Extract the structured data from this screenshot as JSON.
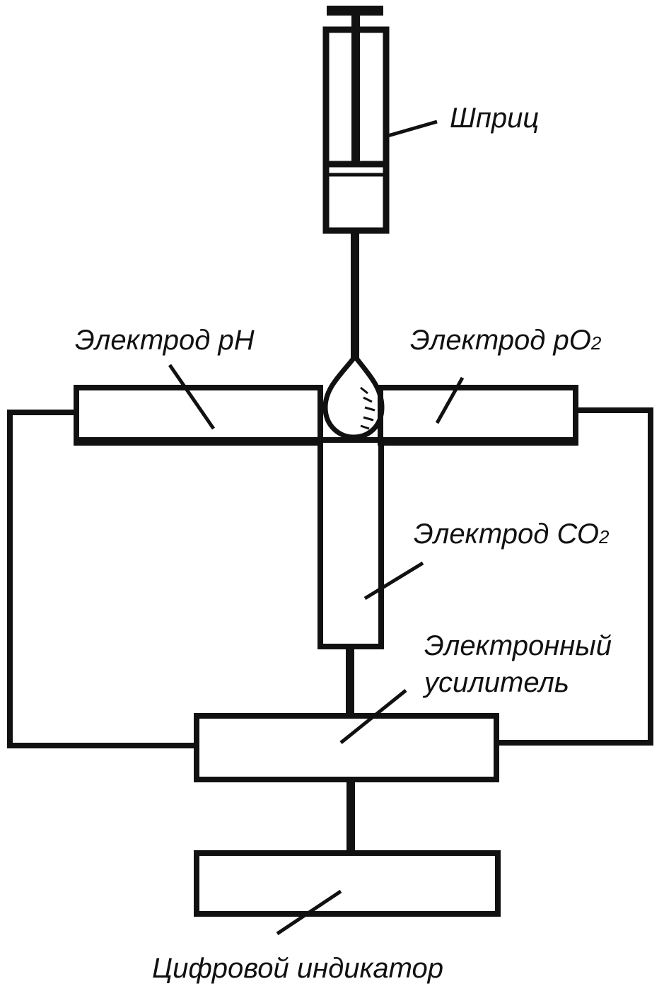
{
  "colors": {
    "ink": "#111111",
    "background": "#ffffff"
  },
  "labels": {
    "syringe": "Шприц",
    "electrode_ph": "Электрод рН",
    "electrode_po2_main": "Электрод рО",
    "electrode_po2_sub": "2",
    "electrode_co2_main": "Электрод СО",
    "electrode_co2_sub": "2",
    "amplifier_line1": "Электронный",
    "amplifier_line2": "усилитель",
    "indicator": "Цифровой индикатор"
  }
}
